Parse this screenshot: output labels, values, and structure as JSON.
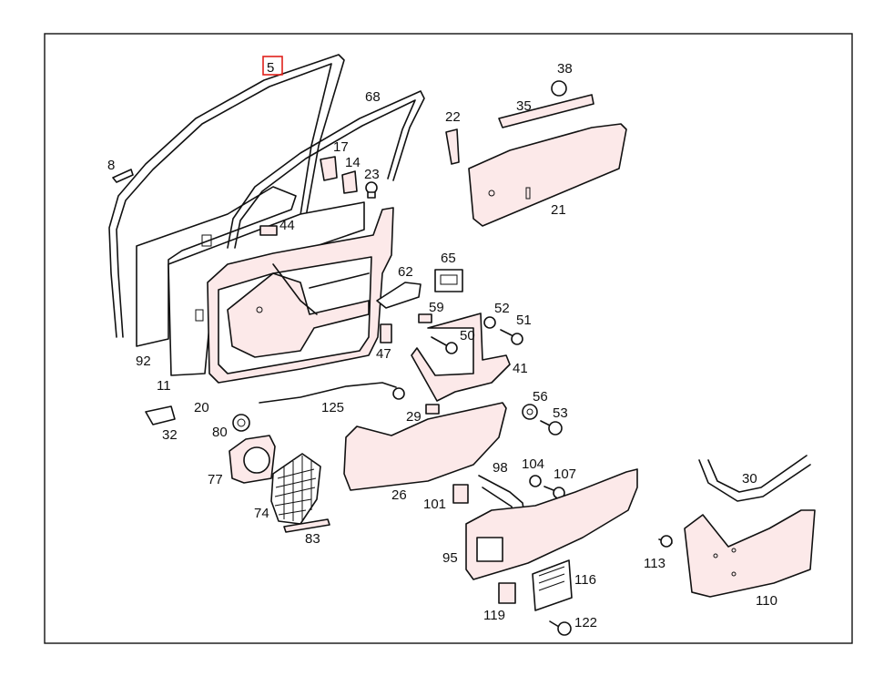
{
  "highlight_label": "5",
  "labels": {
    "p5": "5",
    "p8": "8",
    "p11": "11",
    "p14": "14",
    "p17": "17",
    "p20": "20",
    "p21": "21",
    "p22": "22",
    "p23": "23",
    "p26": "26",
    "p29": "29",
    "p30": "30",
    "p32": "32",
    "p35": "35",
    "p38": "38",
    "p41": "41",
    "p44": "44",
    "p47": "47",
    "p50": "50",
    "p51": "51",
    "p52": "52",
    "p53": "53",
    "p56": "56",
    "p59": "59",
    "p62": "62",
    "p65": "65",
    "p68": "68",
    "p74": "74",
    "p77": "77",
    "p80": "80",
    "p83": "83",
    "p92": "92",
    "p95": "95",
    "p98": "98",
    "p101": "101",
    "p104": "104",
    "p107": "107",
    "p110": "110",
    "p113": "113",
    "p116": "116",
    "p119": "119",
    "p122": "122",
    "p125": "125"
  },
  "colors": {
    "part_fill": "#fce9e9",
    "highlight": "#e0211b",
    "frame": "#111111"
  }
}
